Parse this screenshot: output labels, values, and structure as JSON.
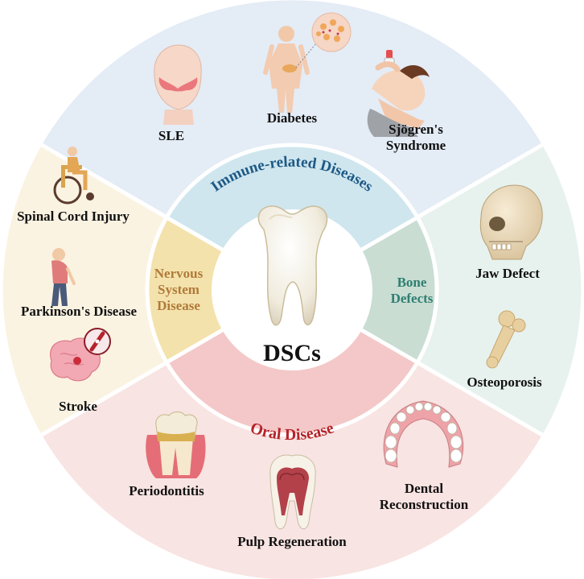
{
  "center": {
    "label": "DSCs"
  },
  "categories": {
    "immune": {
      "label": "Immune-related Diseases",
      "color": "#1d5a86"
    },
    "nervous": {
      "lines": [
        "Nervous",
        "System",
        "Disease"
      ],
      "color": "#b07a3a"
    },
    "bone": {
      "lines": [
        "Bone",
        "Defects"
      ],
      "color": "#2f7f72"
    },
    "oral": {
      "label": "Oral Disease",
      "color": "#b5232a"
    }
  },
  "items": {
    "sle": "SLE",
    "diabetes": "Diabetes",
    "sjogren_1": "Sjögren's",
    "sjogren_2": "Syndrome",
    "spinal": "Spinal Cord Injury",
    "parkinson": "Parkinson's Disease",
    "stroke": "Stroke",
    "jaw": "Jaw Defect",
    "osteoporosis": "Osteoporosis",
    "periodontitis": "Periodontitis",
    "pulp": "Pulp Regeneration",
    "dental_1": "Dental",
    "dental_2": "Reconstruction"
  },
  "colors": {
    "outer_immune": "#e4ecf6",
    "outer_nervous": "#fbf3e2",
    "outer_bone": "#e7f2ee",
    "outer_oral": "#f8e4e2",
    "inner_immune": "#cfe6ee",
    "inner_nervous": "#f4e2ac",
    "inner_bone": "#c9ddd3",
    "inner_oral": "#f4c8c8"
  }
}
